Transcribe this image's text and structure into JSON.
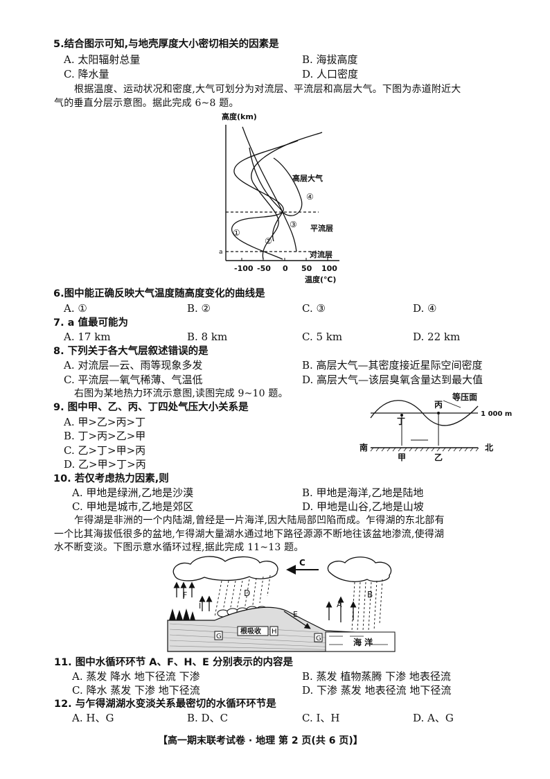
{
  "q5": {
    "stem": "5.结合图示可知,与地壳厚度大小密切相关的因素是",
    "A": "A. 太阳辐射总量",
    "B": "B. 海拔高度",
    "C": "C. 降水量",
    "D": "D. 人口密度"
  },
  "intro_6_8": {
    "line1": "根据温度、运动状况和密度,大气可划分为对流层、平流层和高层大气。下图为赤道附近大",
    "line2": "气的垂直分层示意图。据此完成 6~8 题。"
  },
  "fig1": {
    "y_axis_label": "高度(km)",
    "x_axis_label": "温度(℃)",
    "x_ticks": [
      "-100",
      "-50",
      "0",
      "50",
      "100"
    ],
    "a_label": "a",
    "layer_high": "高层大气",
    "layer_strat": "平流层",
    "layer_trop": "对流层",
    "curve1": "①",
    "curve2": "②",
    "curve3": "③",
    "curve4": "④"
  },
  "q6": {
    "stem": "6.图中能正确反映大气温度随高度变化的曲线是",
    "A": "A. ①",
    "B": "B. ②",
    "C": "C. ③",
    "D": "D. ④"
  },
  "q7": {
    "stem": "7. a 值最可能为",
    "A": "A. 17 km",
    "B": "B. 8 km",
    "C": "C. 5 km",
    "D": "D. 22 km"
  },
  "q8": {
    "stem": "8. 下列关于各大气层叙述错误的是",
    "A": "A. 对流层—云、雨等现象多发",
    "B": "B. 高层大气—其密度接近星际空间密度",
    "C": "C. 平流层—氧气稀薄、气温低",
    "D": "D. 高层大气—该层臭氧含量达到最大值"
  },
  "intro_9_10": "右图为某地热力环流示意图,读图完成 9~10 题。",
  "fig2": {
    "isobar": "等压面",
    "height": "1 000 m",
    "south": "南",
    "north": "北",
    "jia": "甲",
    "yi": "乙",
    "bing": "丙",
    "ding": "丁"
  },
  "q9": {
    "stem": "9. 图中甲、乙、丙、丁四处气压大小关系是",
    "A": "A. 甲>乙>丙>丁",
    "B": "B. 丁>丙>乙>甲",
    "C": "C. 乙>丁>甲>丙",
    "D": "D. 乙>甲>丁>丙"
  },
  "q10": {
    "stem": "10. 若仅考虑热力因素,则",
    "A": "A. 甲地是绿洲,乙地是沙漠",
    "B": "B. 甲地是海洋,乙地是陆地",
    "C": "C. 甲地是城市,乙地是郊区",
    "D": "D. 甲地是山谷,乙地是山坡"
  },
  "intro_11_13": {
    "line1": "乍得湖是非洲的一个内陆湖,曾经是一片海洋,因大陆局部凹陷而成。乍得湖的东北部有",
    "line2": "一个比其海拔低很多的盆地,乍得湖大量湖水通过地下路径源源不断地往该盆地渗流,使得湖",
    "line3": "水不断变淡。下图示意水循环过程,据此完成 11~13 题。"
  },
  "fig3": {
    "C": "C",
    "D": "D",
    "B": "B",
    "A": "A",
    "F": "F",
    "I": "I",
    "E": "E",
    "G": "G",
    "H": "H",
    "root": "根吸收",
    "ocean": "海  洋"
  },
  "q11": {
    "stem": "11. 图中水循环环节 A、F、H、E 分别表示的内容是",
    "A": "A. 蒸发   降水   地下径流   下渗",
    "B": "B. 蒸发   植物蒸腾   下渗   地表径流",
    "C": "C. 降水   蒸发   下渗   地下径流",
    "D": "D. 下渗   蒸发   地表径流   地下径流"
  },
  "q12": {
    "stem": "12. 与乍得湖湖水变淡关系最密切的水循环环节是",
    "A": "A. H、G",
    "B": "B. D、C",
    "C": "C. I、H",
    "D": "D. A、G"
  },
  "footer": "【高一期末联考试卷 · 地理   第 2 页(共 6 页)】"
}
